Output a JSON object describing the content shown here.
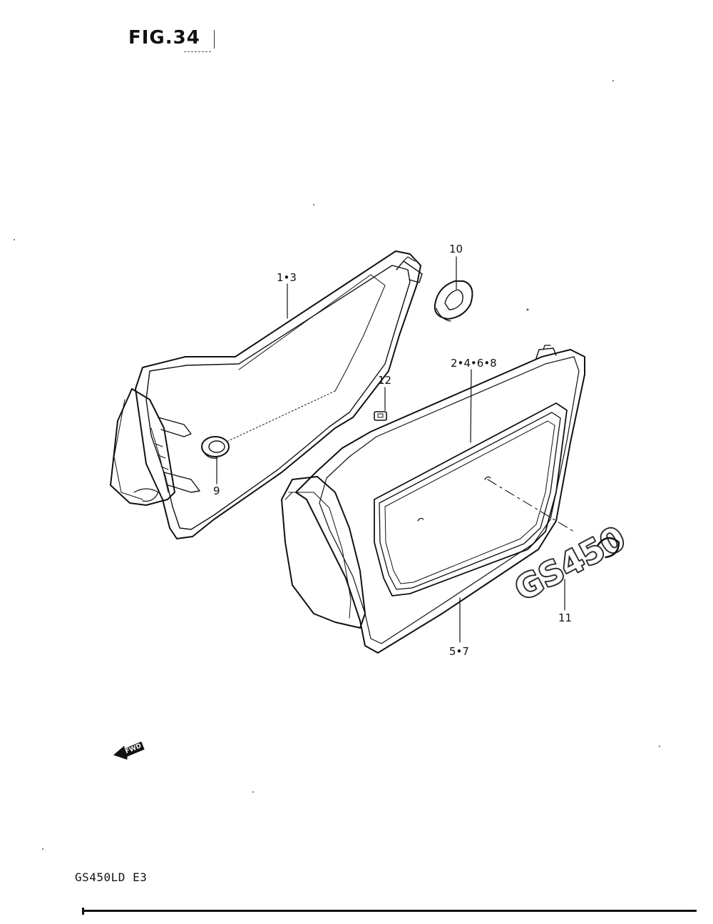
{
  "figure": {
    "title": "FIG.34"
  },
  "callouts": {
    "c1": "1•3",
    "c2": "10",
    "c3": "2•4•6•8",
    "c4": "12",
    "c5": "9",
    "c6": "11",
    "c7": "5•7"
  },
  "emblem": {
    "text": "GS450"
  },
  "fwd_arrow": {
    "label": "FWD"
  },
  "footer": {
    "model": "GS450LD E3"
  },
  "colors": {
    "ink": "#111111",
    "paper": "#ffffff"
  }
}
